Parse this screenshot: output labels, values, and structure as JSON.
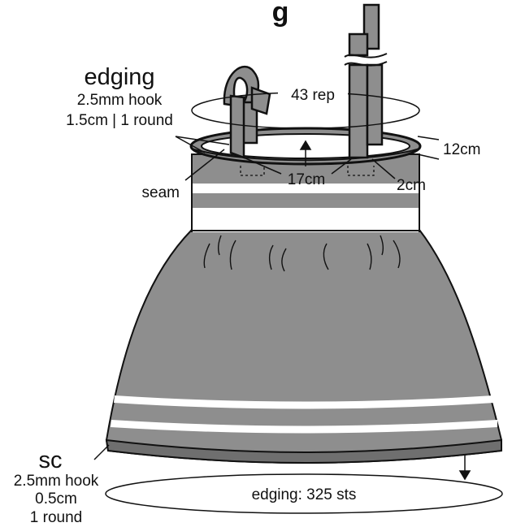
{
  "title_fragment": "g",
  "colors": {
    "fabric": "#8e8e8e",
    "fabric_dark": "#6f6f6f",
    "outline": "#111111",
    "stripe": "#ffffff",
    "background": "#ffffff"
  },
  "labels": {
    "edging_top": {
      "title": "edging",
      "line1": "2.5mm hook",
      "line2": "1.5cm | 1 round"
    },
    "rep": "43 rep",
    "width_12": "12cm",
    "width_17": "17cm",
    "width_2": "2cm",
    "seam": "seam",
    "edging_bottom": {
      "title": "sc",
      "line1": "2.5mm hook",
      "line2": "0.5cm",
      "line3": "1 round"
    },
    "hem_count": "edging: 325 sts"
  }
}
